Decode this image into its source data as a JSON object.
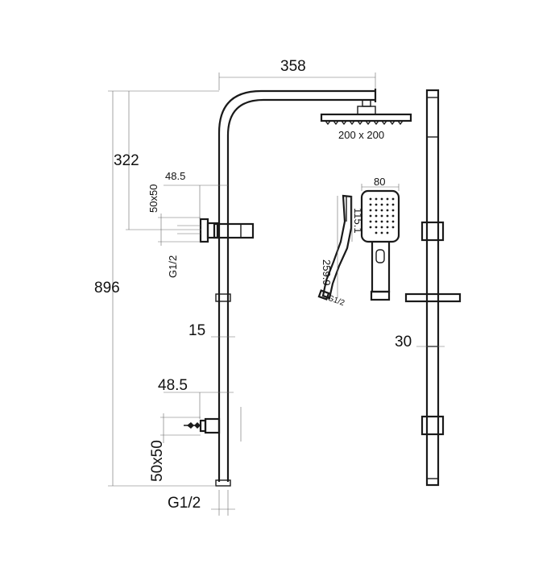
{
  "labels": {
    "arm_length": "358",
    "head_size": "200 x 200",
    "upper_height": "322",
    "total_height": "896",
    "upper_offset": "48.5",
    "upper_bracket": "50x50",
    "upper_thread": "G1/2",
    "pipe_diameter": "15",
    "lower_offset": "48.5",
    "lower_bracket": "50x50",
    "lower_thread": "G1/2",
    "handset_width": "80",
    "handset_head_length": "115.1",
    "handset_length": "259.9",
    "handset_thread": "G1/2",
    "side_width": "30"
  }
}
